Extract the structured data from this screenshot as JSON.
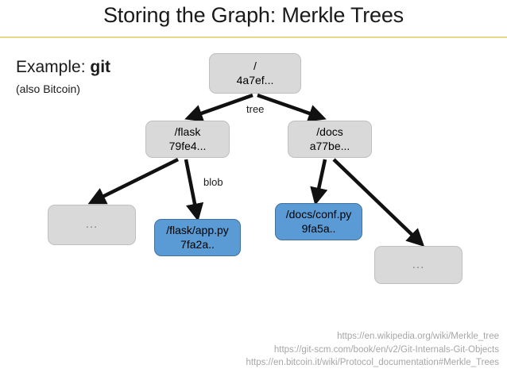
{
  "slide": {
    "title": "Storing the Graph: Merkle Trees",
    "rule_color": "#e8d98a",
    "background": "#ffffff"
  },
  "caption": {
    "example_prefix": "Example:",
    "example_term": "git",
    "subcaption": "(also Bitcoin)"
  },
  "palette": {
    "node_gray_fill": "#d9d9d9",
    "node_gray_border": "#bfbfbf",
    "node_blue_fill": "#5b9bd5",
    "node_blue_border": "#41719c",
    "edge_color": "#000000",
    "source_text": "#a6a6a6"
  },
  "graph": {
    "nodes": [
      {
        "id": "root",
        "kind": "tree",
        "style": "gray",
        "line1": "/",
        "line2": "4a7ef..."
      },
      {
        "id": "flask",
        "kind": "tree",
        "style": "gray",
        "line1": "/flask",
        "line2": "79fe4..."
      },
      {
        "id": "docs",
        "kind": "tree",
        "style": "gray",
        "line1": "/docs",
        "line2": "a77be..."
      },
      {
        "id": "ellipsis-left",
        "kind": "more",
        "style": "gray",
        "line1": "...",
        "line2": ""
      },
      {
        "id": "app-py",
        "kind": "blob",
        "style": "blue",
        "line1": "/flask/app.py",
        "line2": "7fa2a.."
      },
      {
        "id": "conf-py",
        "kind": "blob",
        "style": "blue",
        "line1": "/docs/conf.py",
        "line2": "9fa5a.."
      },
      {
        "id": "ellipsis-right",
        "kind": "more",
        "style": "gray",
        "line1": "...",
        "line2": ""
      }
    ],
    "edges": [
      {
        "from": "root",
        "to": "flask",
        "label": ""
      },
      {
        "from": "root",
        "to": "docs",
        "label": "tree"
      },
      {
        "from": "flask",
        "to": "ellipsis-left",
        "label": ""
      },
      {
        "from": "flask",
        "to": "app-py",
        "label": "blob"
      },
      {
        "from": "docs",
        "to": "conf-py",
        "label": ""
      },
      {
        "from": "docs",
        "to": "ellipsis-right",
        "label": ""
      }
    ],
    "edge_labels": {
      "tree": "tree",
      "blob": "blob"
    }
  },
  "sources": [
    "https://en.wikipedia.org/wiki/Merkle_tree",
    "https://git-scm.com/book/en/v2/Git-Internals-Git-Objects",
    "https://en.bitcoin.it/wiki/Protocol_documentation#Merkle_Trees"
  ]
}
